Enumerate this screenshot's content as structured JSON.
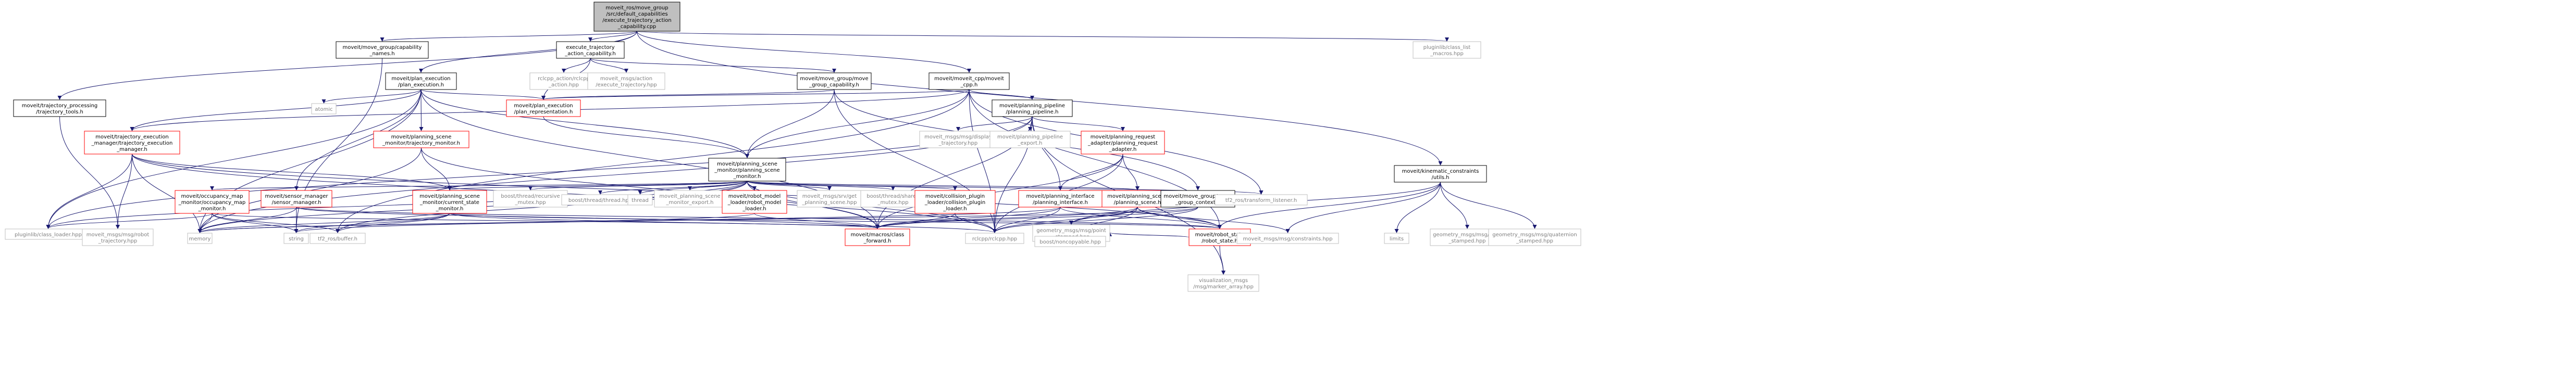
{
  "nodes": [
    {
      "id": "root",
      "lines": [
        "moveit_ros/move_group",
        "/src/default_capabilities",
        "/execute_trajectory_action",
        "_capability.cpp"
      ],
      "style": "root"
    },
    {
      "id": "mgcn",
      "lines": [
        "moveit/move_group/capability",
        "_names.h"
      ],
      "style": "normal"
    },
    {
      "id": "etac",
      "lines": [
        "execute_trajectory",
        "_action_capability.h"
      ],
      "style": "normal"
    },
    {
      "id": "mrc",
      "lines": [
        "moveit/moveit_cpp/moveit",
        "_cpp.h"
      ],
      "style": "normal"
    },
    {
      "id": "pluglist",
      "lines": [
        "pluginlib/class_list",
        "_macros.hpp"
      ],
      "style": "ext"
    },
    {
      "id": "tpt",
      "lines": [
        "moveit/trajectory_processing",
        "/trajectory_tools.h"
      ],
      "style": "normal"
    },
    {
      "id": "pe",
      "lines": [
        "moveit/plan_execution",
        "/plan_execution.h"
      ],
      "style": "normal"
    },
    {
      "id": "rclcpp_action",
      "lines": [
        "rclcpp_action/rclcpp",
        "_action.hpp"
      ],
      "style": "ext"
    },
    {
      "id": "mmaet",
      "lines": [
        "moveit_msgs/action",
        "/execute_trajectory.hpp"
      ],
      "style": "ext"
    },
    {
      "id": "mgmgc",
      "lines": [
        "moveit/move_group/move",
        "_group_capability.h"
      ],
      "style": "normal"
    },
    {
      "id": "atomic",
      "lines": [
        "atomic"
      ],
      "style": "ext"
    },
    {
      "id": "per",
      "lines": [
        "moveit/plan_execution",
        "/plan_representation.h"
      ],
      "style": "red"
    },
    {
      "id": "ppp",
      "lines": [
        "moveit/planning_pipeline",
        "/planning_pipeline.h"
      ],
      "style": "normal"
    },
    {
      "id": "kcu",
      "lines": [
        "moveit/kinematic_constraints",
        "/utils.h"
      ],
      "style": "normal"
    },
    {
      "id": "tem",
      "lines": [
        "moveit/trajectory_execution",
        "_manager/trajectory_execution",
        "_manager.h"
      ],
      "style": "red"
    },
    {
      "id": "tm",
      "lines": [
        "moveit/planning_scene",
        "_monitor/trajectory_monitor.h"
      ],
      "style": "red"
    },
    {
      "id": "psm",
      "lines": [
        "moveit/planning_scene",
        "_monitor/planning_scene",
        "_monitor.h"
      ],
      "style": "normal"
    },
    {
      "id": "mmdt",
      "lines": [
        "moveit_msgs/msg/display",
        "_trajectory.hpp"
      ],
      "style": "ext"
    },
    {
      "id": "ppe",
      "lines": [
        "moveit/planning_pipeline",
        "_export.h"
      ],
      "style": "ext"
    },
    {
      "id": "prap",
      "lines": [
        "moveit/planning_request",
        "_adapter/planning_request",
        "_adapter.h"
      ],
      "style": "red"
    },
    {
      "id": "ocmm",
      "lines": [
        "moveit/occupancy_map",
        "_monitor/occupancy_map",
        "_monitor.h"
      ],
      "style": "red"
    },
    {
      "id": "smm",
      "lines": [
        "moveit/sensor_manager",
        "/sensor_manager.h"
      ],
      "style": "red"
    },
    {
      "id": "csm",
      "lines": [
        "moveit/planning_scene",
        "_monitor/current_state",
        "_monitor.h"
      ],
      "style": "red"
    },
    {
      "id": "brm",
      "lines": [
        "boost/thread/recursive",
        "_mutex.hpp"
      ],
      "style": "ext"
    },
    {
      "id": "btt",
      "lines": [
        "boost/thread/thread.hpp"
      ],
      "style": "ext"
    },
    {
      "id": "thread",
      "lines": [
        "thread"
      ],
      "style": "ext"
    },
    {
      "id": "psme",
      "lines": [
        "moveit_planning_scene",
        "_monitor_export.h"
      ],
      "style": "ext"
    },
    {
      "id": "rml",
      "lines": [
        "moveit/robot_model",
        "_loader/robot_model",
        "_loader.h"
      ],
      "style": "red"
    },
    {
      "id": "mmsps",
      "lines": [
        "moveit_msgs/srv/get",
        "_planning_scene.hpp"
      ],
      "style": "ext"
    },
    {
      "id": "bsm",
      "lines": [
        "boost/thread/shared",
        "_mutex.hpp"
      ],
      "style": "ext"
    },
    {
      "id": "cpl",
      "lines": [
        "moveit/collision_plugin",
        "_loader/collision_plugin",
        "_loader.h"
      ],
      "style": "red"
    },
    {
      "id": "pi",
      "lines": [
        "moveit/planning_interface",
        "/planning_interface.h"
      ],
      "style": "red"
    },
    {
      "id": "ps",
      "lines": [
        "moveit/planning_scene",
        "/planning_scene.h"
      ],
      "style": "red"
    },
    {
      "id": "mgc",
      "lines": [
        "moveit/move_group/move",
        "_group_context.h"
      ],
      "style": "normal"
    },
    {
      "id": "tf2tl",
      "lines": [
        "tf2_ros/transform_listener.h"
      ],
      "style": "ext"
    },
    {
      "id": "pcl",
      "lines": [
        "pluginlib/class_loader.hpp"
      ],
      "style": "ext"
    },
    {
      "id": "mmrt",
      "lines": [
        "moveit_msgs/msg/robot",
        "_trajectory.hpp"
      ],
      "style": "ext"
    },
    {
      "id": "memory",
      "lines": [
        "memory"
      ],
      "style": "ext"
    },
    {
      "id": "string",
      "lines": [
        "string"
      ],
      "style": "ext"
    },
    {
      "id": "tf2buf",
      "lines": [
        "tf2_ros/buffer.h"
      ],
      "style": "ext"
    },
    {
      "id": "mcf",
      "lines": [
        "moveit/macros/class",
        "_forward.h"
      ],
      "style": "red"
    },
    {
      "id": "rclcpp",
      "lines": [
        "rclcpp/rclcpp.hpp"
      ],
      "style": "ext"
    },
    {
      "id": "gmps",
      "lines": [
        "geometry_msgs/msg/point",
        "_stamped.hpp"
      ],
      "style": "ext"
    },
    {
      "id": "bnc",
      "lines": [
        "boost/noncopyable.hpp"
      ],
      "style": "ext"
    },
    {
      "id": "rs",
      "lines": [
        "moveit/robot_state",
        "/robot_state.h"
      ],
      "style": "red"
    },
    {
      "id": "mmc",
      "lines": [
        "moveit_msgs/msg/constraints.hpp"
      ],
      "style": "ext"
    },
    {
      "id": "limits",
      "lines": [
        "limits"
      ],
      "style": "ext"
    },
    {
      "id": "gmpose",
      "lines": [
        "geometry_msgs/msg/pose",
        "_stamped.hpp"
      ],
      "style": "ext"
    },
    {
      "id": "gmq",
      "lines": [
        "geometry_msgs/msg/quaternion",
        "_stamped.hpp"
      ],
      "style": "ext"
    },
    {
      "id": "vmma",
      "lines": [
        "visualization_msgs",
        "/msg/marker_array.hpp"
      ],
      "style": "ext"
    }
  ],
  "edges": [
    [
      "root",
      "mgcn"
    ],
    [
      "root",
      "etac"
    ],
    [
      "root",
      "mrc"
    ],
    [
      "root",
      "pluglist"
    ],
    [
      "root",
      "tpt"
    ],
    [
      "root",
      "pe"
    ],
    [
      "root",
      "kcu"
    ],
    [
      "mgcn",
      "string"
    ],
    [
      "etac",
      "rclcpp_action"
    ],
    [
      "etac",
      "mmaet"
    ],
    [
      "etac",
      "mgmgc"
    ],
    [
      "etac",
      "per"
    ],
    [
      "mrc",
      "rclcpp"
    ],
    [
      "mrc",
      "psm"
    ],
    [
      "mrc",
      "ppp"
    ],
    [
      "mrc",
      "per"
    ],
    [
      "mrc",
      "tf2tl"
    ],
    [
      "mrc",
      "rs"
    ],
    [
      "mrc",
      "tf2buf"
    ],
    [
      "mrc",
      "tem"
    ],
    [
      "tpt",
      "mmrt"
    ],
    [
      "pe",
      "atomic"
    ],
    [
      "pe",
      "per"
    ],
    [
      "pe",
      "tem"
    ],
    [
      "pe",
      "tm"
    ],
    [
      "pe",
      "psm"
    ],
    [
      "pe",
      "smm"
    ],
    [
      "pe",
      "pcl"
    ],
    [
      "pe",
      "mcf"
    ],
    [
      "pe",
      "memory"
    ],
    [
      "mgmgc",
      "mgc"
    ],
    [
      "mgmgc",
      "psm"
    ],
    [
      "mgmgc",
      "per"
    ],
    [
      "mgmgc",
      "rclcpp"
    ],
    [
      "per",
      "psm"
    ],
    [
      "ppp",
      "mmdt"
    ],
    [
      "ppp",
      "ppe"
    ],
    [
      "ppp",
      "prap"
    ],
    [
      "ppp",
      "pi"
    ],
    [
      "ppp",
      "pcl"
    ],
    [
      "ppp",
      "memory"
    ],
    [
      "ppp",
      "rclcpp"
    ],
    [
      "ppp",
      "mcf"
    ],
    [
      "ppp",
      "vmma"
    ],
    [
      "kcu",
      "mmc"
    ],
    [
      "kcu",
      "limits"
    ],
    [
      "kcu",
      "gmpose"
    ],
    [
      "kcu",
      "gmq"
    ],
    [
      "kcu",
      "rs"
    ],
    [
      "kcu",
      "gmps"
    ],
    [
      "tem",
      "pcl"
    ],
    [
      "tem",
      "mmrt"
    ],
    [
      "tem",
      "memory"
    ],
    [
      "tem",
      "rclcpp"
    ],
    [
      "tem",
      "csm"
    ],
    [
      "tem",
      "rs"
    ],
    [
      "tm",
      "csm"
    ],
    [
      "tm",
      "memory"
    ],
    [
      "tm",
      "mcf"
    ],
    [
      "psm",
      "ocmm"
    ],
    [
      "psm",
      "csm"
    ],
    [
      "psm",
      "brm"
    ],
    [
      "psm",
      "btt"
    ],
    [
      "psm",
      "thread"
    ],
    [
      "psm",
      "psme"
    ],
    [
      "psm",
      "rml"
    ],
    [
      "psm",
      "mmsps"
    ],
    [
      "psm",
      "bsm"
    ],
    [
      "psm",
      "cpl"
    ],
    [
      "psm",
      "ps"
    ],
    [
      "psm",
      "tf2buf"
    ],
    [
      "psm",
      "memory"
    ],
    [
      "psm",
      "mcf"
    ],
    [
      "psm",
      "rclcpp"
    ],
    [
      "psm",
      "tf2tl"
    ],
    [
      "psm",
      "pcl"
    ],
    [
      "prap",
      "pi"
    ],
    [
      "prap",
      "ps"
    ],
    [
      "prap",
      "rclcpp"
    ],
    [
      "prap",
      "mcf"
    ],
    [
      "ocmm",
      "tf2buf"
    ],
    [
      "ocmm",
      "memory"
    ],
    [
      "ocmm",
      "pcl"
    ],
    [
      "ocmm",
      "string"
    ],
    [
      "ocmm",
      "mcf"
    ],
    [
      "smm",
      "string"
    ],
    [
      "smm",
      "memory"
    ],
    [
      "smm",
      "mcf"
    ],
    [
      "smm",
      "rs"
    ],
    [
      "csm",
      "tf2buf"
    ],
    [
      "csm",
      "string"
    ],
    [
      "csm",
      "memory"
    ],
    [
      "csm",
      "rclcpp"
    ],
    [
      "csm",
      "rs"
    ],
    [
      "rml",
      "mcf"
    ],
    [
      "rml",
      "memory"
    ],
    [
      "cpl",
      "mcf"
    ],
    [
      "cpl",
      "rclcpp"
    ],
    [
      "pi",
      "mcf"
    ],
    [
      "pi",
      "rclcpp"
    ],
    [
      "pi",
      "string"
    ],
    [
      "pi",
      "rs"
    ],
    [
      "ps",
      "mcf"
    ],
    [
      "ps",
      "rs"
    ],
    [
      "ps",
      "bnc"
    ],
    [
      "ps",
      "rclcpp"
    ],
    [
      "ps",
      "gmps"
    ],
    [
      "ps",
      "mmc"
    ],
    [
      "mgc",
      "mcf"
    ],
    [
      "mgc",
      "memory"
    ],
    [
      "mgc",
      "rclcpp"
    ],
    [
      "rs",
      "vmma"
    ],
    [
      "rs",
      "gmps"
    ]
  ],
  "styles": {
    "root": {
      "fill": "#bfbfbf",
      "stroke": "#000000"
    },
    "normal": {
      "fill": "#ffffff",
      "stroke": "#000000"
    },
    "red": {
      "fill": "#ffffff",
      "stroke": "#ff0000"
    },
    "ext": {
      "fill": "#ffffff",
      "stroke": "#bfbfbf"
    },
    "edge": "#191970"
  }
}
